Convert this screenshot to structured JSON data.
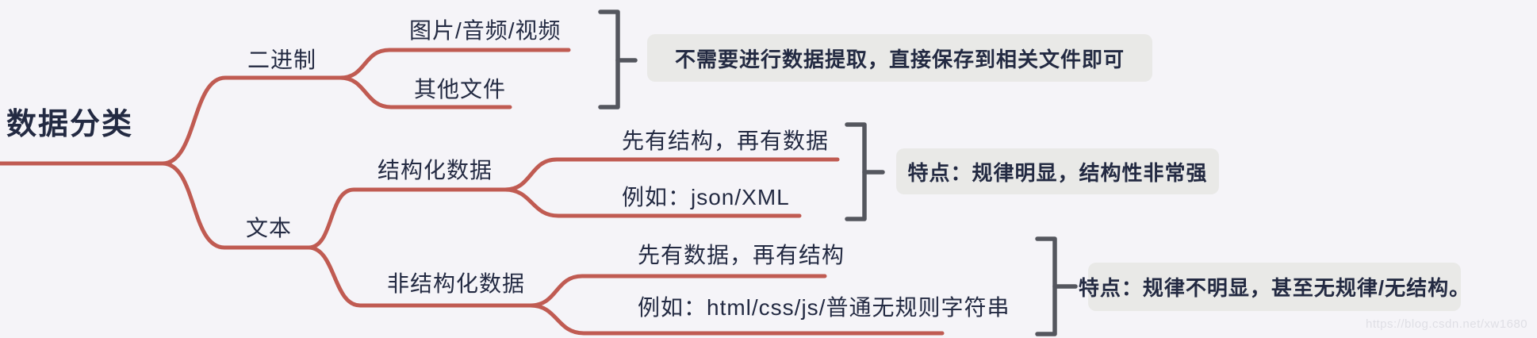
{
  "colors": {
    "bg": "#f5f4f8",
    "accent": "#c05b52",
    "bracket": "#54565e",
    "ink": "#232a42",
    "note-bg": "#e9e9e7",
    "watermark": "#dfdfe5"
  },
  "map": {
    "root": "数据分类",
    "binary": {
      "label": "二进制",
      "media": "图片/音频/视频",
      "other": "其他文件",
      "note": "不需要进行数据提取，直接保存到相关文件即可"
    },
    "text": {
      "label": "文本",
      "structured": {
        "label": "结构化数据",
        "point1": "先有结构，再有数据",
        "point2": "例如：json/XML",
        "note": "特点：规律明显，结构性非常强"
      },
      "unstructured": {
        "label": "非结构化数据",
        "point1": "先有数据，再有结构",
        "point2": "例如：html/css/js/普通无规则字符串",
        "note": "特点：规律不明显，甚至无规律/无结构。"
      }
    }
  },
  "watermark": "https://blog.csdn.net/xw1680"
}
